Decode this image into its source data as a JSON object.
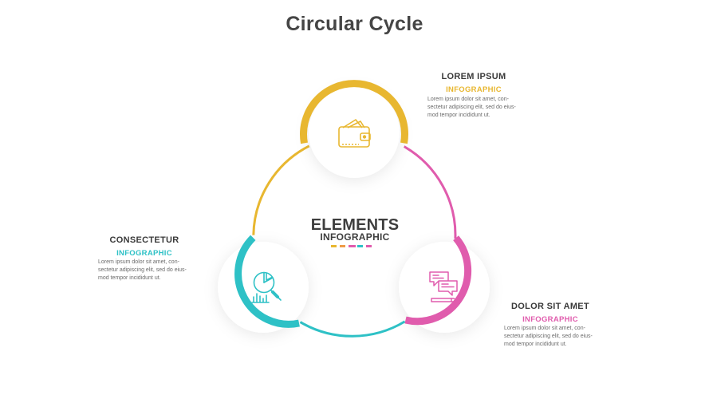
{
  "title": "Circular Cycle",
  "center": {
    "title": "ELEMENTS",
    "subtitle": "INFOGRAPHIC"
  },
  "colors": {
    "yellow": "#e8b730",
    "pink": "#e05cad",
    "teal": "#2ec1c6",
    "orange": "#ee9b48",
    "text_dark": "#454545"
  },
  "divider_colors": [
    "#e8b730",
    "#ee9b48",
    "#e05cad",
    "#2ec1c6",
    "#e05cad"
  ],
  "steps": [
    {
      "heading": "LOREM IPSUM",
      "subheading": "INFOGRAPHIC",
      "lines": [
        "Lorem ipsum dolor sit amet, con-",
        "sectetur adipiscing elit, sed do eius-",
        "mod tempor incididunt ut."
      ],
      "icon": "wallet-icon",
      "color": "#e8b730"
    },
    {
      "heading": "DOLOR SIT AMET",
      "subheading": "INFOGRAPHIC",
      "lines": [
        "Lorem ipsum dolor sit amet, con-",
        "sectetur adipiscing elit, sed do eius-",
        "mod tempor incididunt ut."
      ],
      "icon": "chat-bubbles-icon",
      "color": "#e05cad"
    },
    {
      "heading": "CONSECTETUR",
      "subheading": "INFOGRAPHIC",
      "lines": [
        "Lorem ipsum dolor sit amet, con-",
        "sectetur adipiscing elit, sed do eius-",
        "mod tempor incididunt ut."
      ],
      "icon": "pie-chart-search-icon",
      "color": "#2ec1c6"
    }
  ]
}
